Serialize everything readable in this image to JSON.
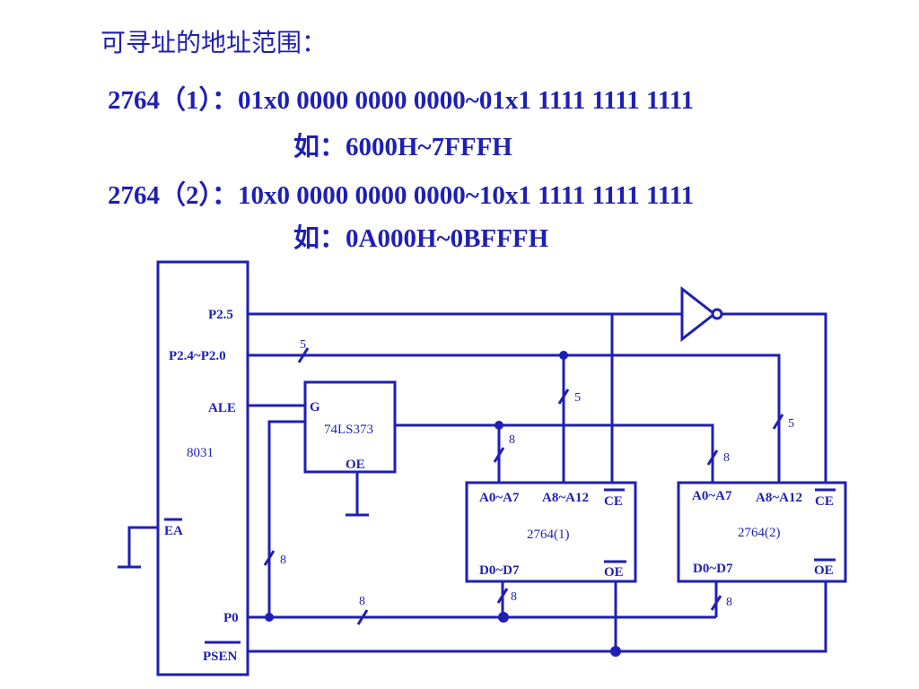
{
  "slide": {
    "heading": "可寻址的地址范围：",
    "line1": "2764（1）：01x0 0000 0000 0000~01x1 1111 1111 1111",
    "line1_example": "如：6000H~7FFFH",
    "line2": "2764（2）：10x0 0000 0000 0000~10x1 1111 1111 1111",
    "line2_example": "如：0A000H~0BFFFH"
  },
  "diagram": {
    "color": "#1f1fb4",
    "cpu": {
      "name": "8031",
      "pins": {
        "p25": "P2.5",
        "p24_20": "P2.4~P2.0",
        "ale": "ALE",
        "ea": "EA",
        "p0": "P0",
        "psen": "PSEN"
      }
    },
    "latch": {
      "name": "74LS373",
      "g": "G",
      "oe": "OE"
    },
    "rom1": {
      "name": "2764(1)",
      "a0_a7": "A0~A7",
      "a8_a12": "A8~A12",
      "ce": "CE",
      "d0_d7": "D0~D7",
      "oe": "OE"
    },
    "rom2": {
      "name": "2764(2)",
      "a0_a7": "A0~A7",
      "a8_a12": "A8~A12",
      "ce": "CE",
      "d0_d7": "D0~D7",
      "oe": "OE"
    },
    "bus_counts": {
      "five": "5",
      "eight": "8"
    }
  }
}
